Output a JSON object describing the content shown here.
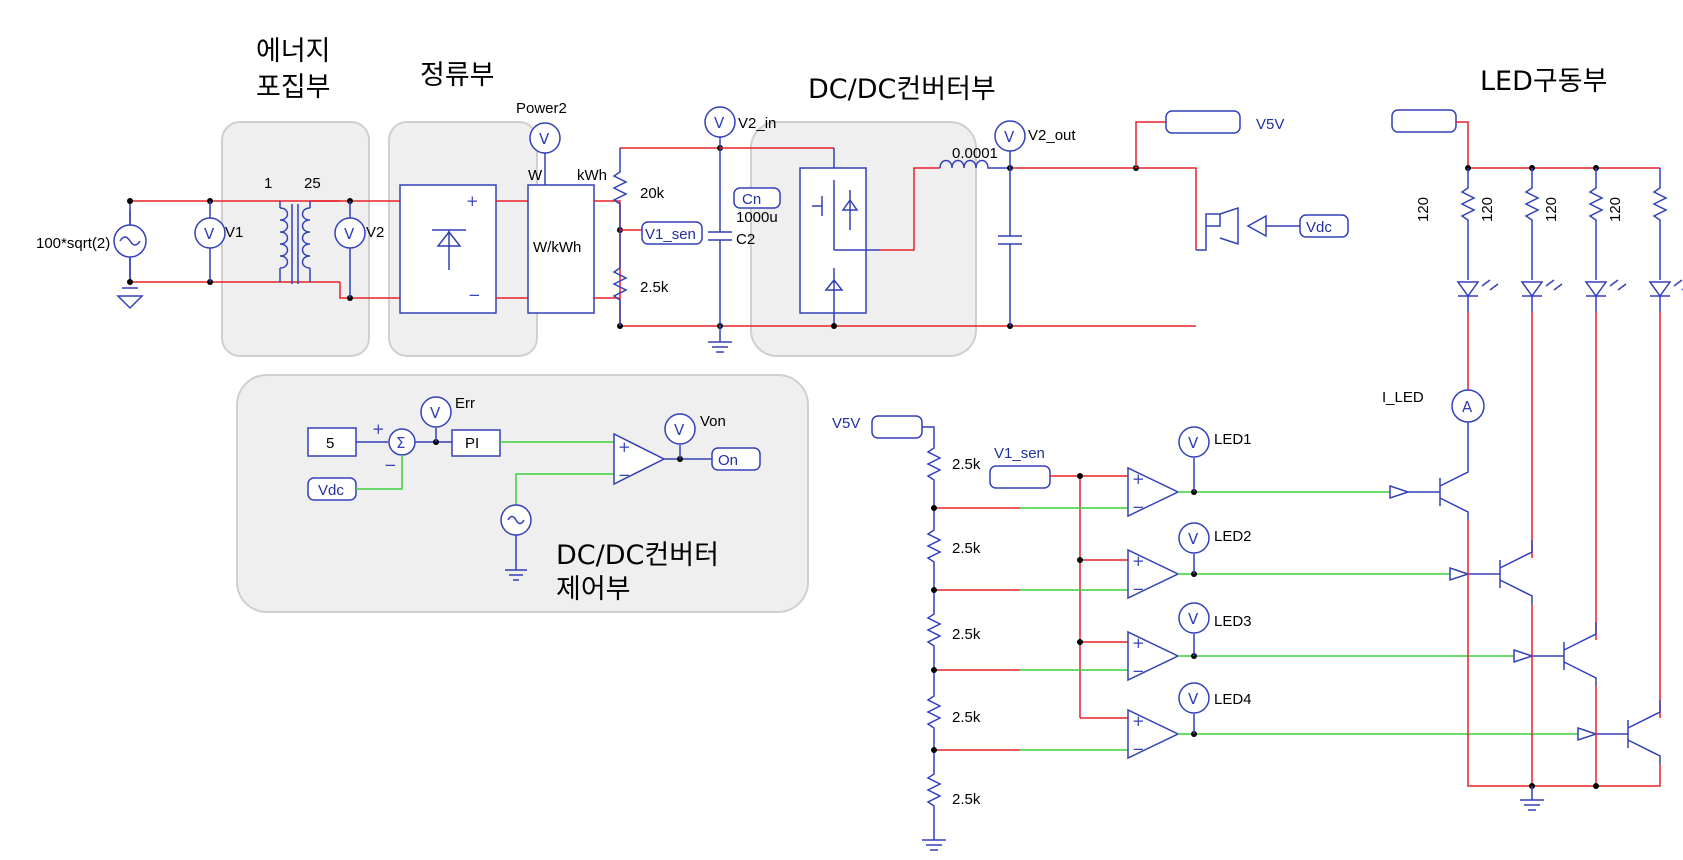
{
  "sections": {
    "energy_harvest": [
      "에너지",
      "포집부"
    ],
    "rectifier": "정류부",
    "dcdc_converter": "DC/DC컨버터부",
    "led_driver": "LED구동부",
    "dcdc_control": [
      "DC/DC컨버터",
      "제어부"
    ]
  },
  "labels": {
    "source_value": "100*sqrt(2)",
    "v1": "V1",
    "v2": "V2",
    "turns_primary": "1",
    "turns_secondary": "25",
    "power2": "Power2",
    "w": "W",
    "kwh": "kWh",
    "wkwh": "W/kWh",
    "v2_in": "V2_in",
    "r_top": "20k",
    "r_bottom": "2.5k",
    "v1_sen": "V1_sen",
    "cn": "Cn",
    "cap_value": "1000u",
    "c2": "C2",
    "inductor": "0.0001",
    "v2_out": "V2_out",
    "v5v": "V5V",
    "vdc": "Vdc",
    "const5": "5",
    "err": "Err",
    "pi": "PI",
    "von": "Von",
    "on": "On",
    "r120": "120",
    "i_led": "I_LED",
    "div_r": "2.5k",
    "led1": "LED1",
    "led2": "LED2",
    "led3": "LED3",
    "led4": "LED4",
    "sum_plus": "+",
    "sum_minus": "−",
    "sigma": "Σ",
    "vm": "V",
    "am": "A"
  },
  "colors": {
    "power_wire": "#e8202a",
    "signal_wire": "#3ad03a",
    "component": "#3340b8"
  }
}
